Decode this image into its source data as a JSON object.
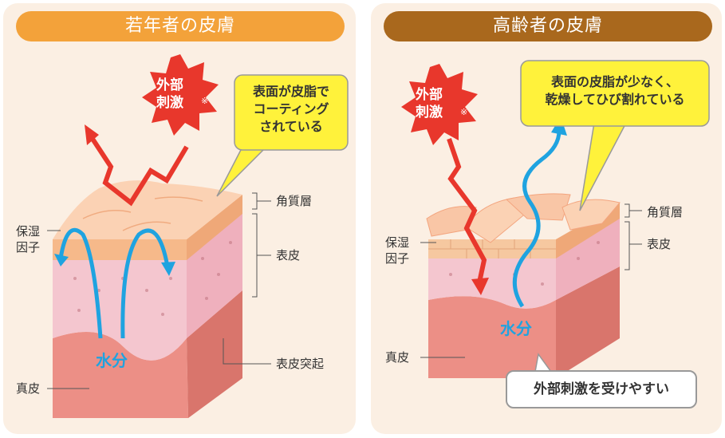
{
  "young_panel": {
    "title": "若年者の皮膚",
    "burst_text": "外部\n刺激",
    "burst_note": "※",
    "callout": "表面が皮脂で\nコーティング\nされている",
    "layer_horny": "角質層",
    "layer_epidermis": "表皮",
    "layer_ridge": "表皮突起",
    "layer_moisture_factor": "保湿\n因子",
    "layer_dermis": "真皮",
    "water_label": "水分"
  },
  "old_panel": {
    "title": "高齢者の皮膚",
    "burst_text": "外部\n刺激",
    "burst_note": "※",
    "callout": "表面の皮脂が少なく、\n乾燥してひび割れている",
    "layer_horny": "角質層",
    "layer_epidermis": "表皮",
    "layer_moisture_factor": "保湿\n因子",
    "layer_dermis": "真皮",
    "water_label": "水分",
    "badge": "外部刺激を受けやすい"
  },
  "colors": {
    "young_title_bg": "#f3a23a",
    "old_title_bg": "#a9681d",
    "panel_bg": "#fbefe3",
    "burst": "#e8372c",
    "callout_bg": "#fff23b",
    "water": "#1fa3e0",
    "epidermis": "#f4c6cf",
    "dermis": "#ec8f86",
    "horny_layer": "#f7c59b"
  }
}
